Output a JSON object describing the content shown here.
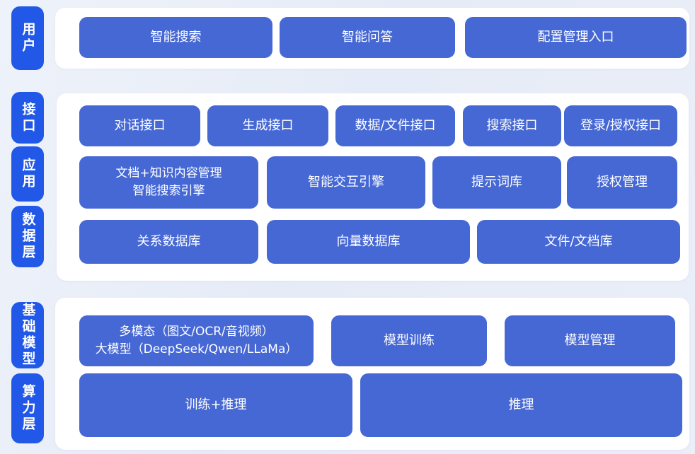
{
  "colors": {
    "background": "#e8edf7",
    "panel": "#ffffff",
    "side_label_bg": "#2158e8",
    "box_bg": "#4668d4",
    "text": "#ffffff"
  },
  "side_labels": {
    "user": "用户",
    "interface": "接口",
    "application": "应用",
    "data_layer": "数据层",
    "base_model": "基础模型",
    "compute_layer": "算力层"
  },
  "user_layer": {
    "boxes": [
      "智能搜索",
      "智能问答",
      "配置管理入口"
    ]
  },
  "middle_layer": {
    "interface_row": [
      "对话接口",
      "生成接口",
      "数据/文件接口",
      "搜索接口",
      "登录/授权接口"
    ],
    "application_row": [
      "文档+知识内容管理\n智能搜索引擎",
      "智能交互引擎",
      "提示词库",
      "授权管理"
    ],
    "data_row": [
      "关系数据库",
      "向量数据库",
      "文件/文档库"
    ]
  },
  "model_layer": {
    "model_row": [
      "多模态（图文/OCR/音视频）\n大模型（DeepSeek/Qwen/LLaMa）",
      "模型训练",
      "模型管理"
    ],
    "compute_row": [
      "训练+推理",
      "推理"
    ]
  }
}
